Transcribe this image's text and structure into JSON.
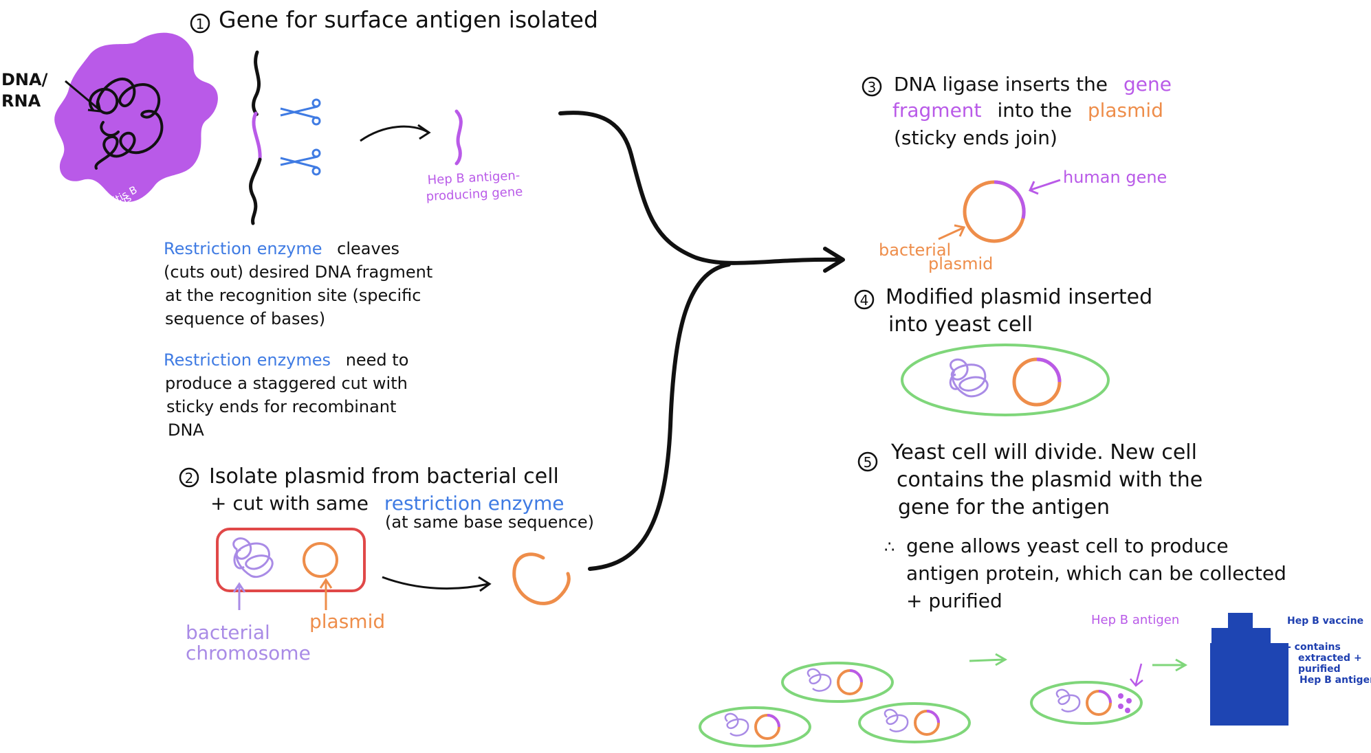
{
  "colors": {
    "ink": "#111111",
    "purple": "#b95ae8",
    "lavender": "#a98be6",
    "blue": "#3f7be3",
    "orange": "#ee8d4a",
    "red": "#e04848",
    "green": "#7fd67a",
    "vaccine_blue": "#1e45b3",
    "vaccine_text": "#1e3fb0"
  },
  "step1": {
    "number": "1",
    "title": "Gene for surface antigen isolated",
    "dna_label_line1": "DNA/",
    "dna_label_line2": "RNA",
    "virus_label_line1": "Hepatitis B",
    "virus_label_line2": "virus",
    "gene_label_line1": "Hep B antigen-",
    "gene_label_line2": "producing gene",
    "enzyme_para1": {
      "term": "Restriction enzyme",
      "line1_rest": "cleaves",
      "line2": "(cuts out) desired DNA fragment",
      "line3": "at the recognition site (specific",
      "line4": "sequence of bases)"
    },
    "enzyme_para2": {
      "term": "Restriction enzymes",
      "line1_rest": "need to",
      "line2": "produce a staggered cut with",
      "line3": "sticky ends for recombinant",
      "line4": "DNA"
    }
  },
  "step2": {
    "number": "2",
    "line1": "Isolate plasmid from bacterial cell",
    "line2_prefix": "+ cut with same",
    "line2_term": "restriction enzyme",
    "line3": "(at same base sequence)",
    "chromosome_label_line1": "bacterial",
    "chromosome_label_line2": "chromosome",
    "plasmid_label": "plasmid"
  },
  "step3": {
    "number": "3",
    "line1_prefix": "DNA ligase inserts the",
    "line1_term": "gene",
    "line2_term1": "fragment",
    "line2_mid": "into the",
    "line2_term2": "plasmid",
    "line3": "(sticky ends join)",
    "human_gene_label": "human gene",
    "bacterial_plasmid_line1": "bacterial",
    "bacterial_plasmid_line2": "plasmid"
  },
  "step4": {
    "number": "4",
    "line1": "Modified plasmid inserted",
    "line2": "into yeast cell"
  },
  "step5": {
    "number": "5",
    "line1": "Yeast cell will divide. New cell",
    "line2": "contains the plasmid with the",
    "line3": "gene for the antigen",
    "therefore": "∴",
    "line4": "gene allows yeast cell to produce",
    "line5": "antigen protein, which can be collected",
    "line6": "+ purified",
    "antigen_label": "Hep B antigen",
    "vaccine_title": "Hep B vaccine",
    "vaccine_line1": "- contains",
    "vaccine_line2": "extracted +",
    "vaccine_line3": "purified",
    "vaccine_line4": "Hep B antigen"
  }
}
